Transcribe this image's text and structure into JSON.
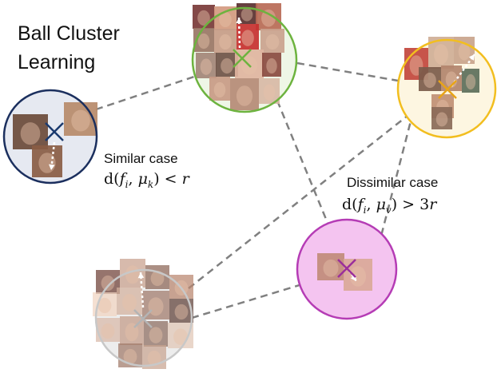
{
  "title": {
    "line1": "Ball Cluster",
    "line2": "Learning"
  },
  "similar": {
    "label": "Similar case",
    "formula": {
      "lhs": "d(",
      "f": "f",
      "f_sub": "i",
      "sep": ", ",
      "mu": "μ",
      "mu_sub": "k",
      "rhs": ") < ",
      "r": "r"
    }
  },
  "dissimilar": {
    "label": "Dissimilar case",
    "formula": {
      "lhs": "d(",
      "f": "f",
      "f_sub": "i",
      "sep": ", ",
      "mu": "μ",
      "mu_sub": "v",
      "rhs": ") > 3",
      "r": "r"
    }
  },
  "clusters": [
    {
      "id": "blue",
      "outline": "#1b2f5e",
      "fill": "#e6e9f1",
      "marker": "#1b3a6e"
    },
    {
      "id": "green",
      "outline": "#6db33f",
      "fill": "#eef6e6",
      "marker": "#6db33f"
    },
    {
      "id": "yellow",
      "outline": "#f2be1f",
      "fill": "#fdf6e1",
      "marker": "#e8a417"
    },
    {
      "id": "pink",
      "outline": "#b53cb5",
      "fill": "#f4c4f0",
      "marker": "#9b2f9b"
    },
    {
      "id": "gray",
      "outline": "#c8c8c8",
      "fill": "#ededed",
      "marker": "#b4b4b4"
    }
  ],
  "connector_color": "#808080",
  "icon_names": [
    "face-thumbnail",
    "cluster-center-cross-icon",
    "spread-arrow-icon"
  ]
}
